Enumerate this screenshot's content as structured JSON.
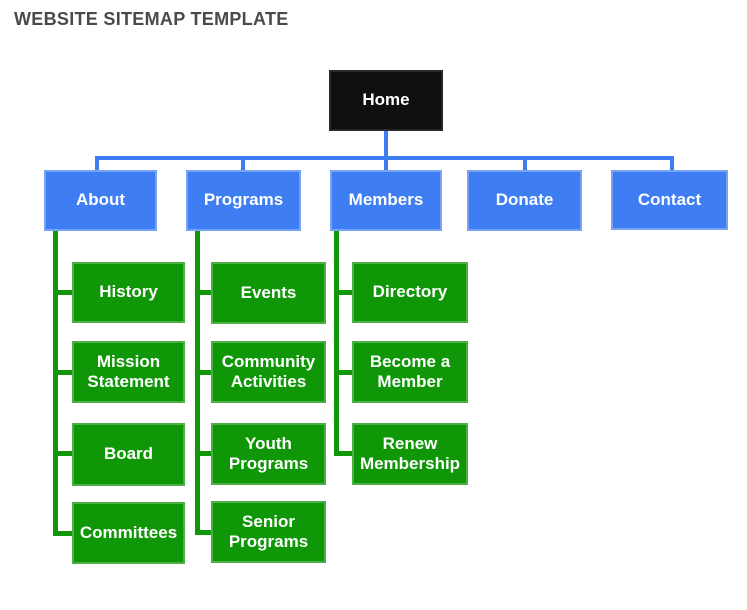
{
  "title": "WEBSITE SITEMAP TEMPLATE",
  "colors": {
    "title": "#4a4a4a",
    "text": "#ffffff",
    "home_bg": "#0f0f0f",
    "level1_bg": "#3e7df2",
    "level1_border": "#78a2f4",
    "level2_bg": "#0f9708",
    "level2_border": "#4fae45",
    "connector_blue": "#3e7df2",
    "connector_green": "#0f9708"
  },
  "home": {
    "label": "Home"
  },
  "sections": [
    {
      "label": "About",
      "children": [
        "History",
        "Mission Statement",
        "Board",
        "Committees"
      ]
    },
    {
      "label": "Programs",
      "children": [
        "Events",
        "Community Activities",
        "Youth Programs",
        "Senior Programs"
      ]
    },
    {
      "label": "Members",
      "children": [
        "Directory",
        "Become a Member",
        "Renew Membership"
      ]
    },
    {
      "label": "Donate",
      "children": []
    },
    {
      "label": "Contact",
      "children": []
    }
  ]
}
